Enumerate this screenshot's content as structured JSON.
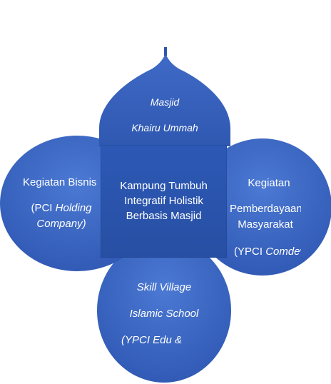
{
  "nodes": {
    "top": {
      "line1": "Masjid",
      "line2": "Khairu Ummah"
    },
    "left": {
      "line1": "Kegiatan Bisnis",
      "line2a": "(PCI ",
      "line2b": "Holding",
      "line3": "Company)"
    },
    "right": {
      "line1": "Kegiatan",
      "line2": "Pemberdayaan",
      "line3": "Masyarakat",
      "line4a": "(YPCI ",
      "line4b": "Comdev"
    },
    "bottom": {
      "line1": "Skill Village",
      "line2": "Islamic School",
      "line3": "(YPCI  Edu &"
    },
    "center": {
      "line1": "Kampung Tumbuh",
      "line2": "Integratif  Holistik",
      "line3": "Berbasis Masjid"
    }
  },
  "colors": {
    "petal": "#3864c2",
    "petal_light": "#4a78d2",
    "dome": "#3a63bd",
    "crescent": "#2f56ac",
    "center": "#2a53ab",
    "text": "#ffffff"
  },
  "icons": {
    "top": "crescent-moon-icon"
  }
}
